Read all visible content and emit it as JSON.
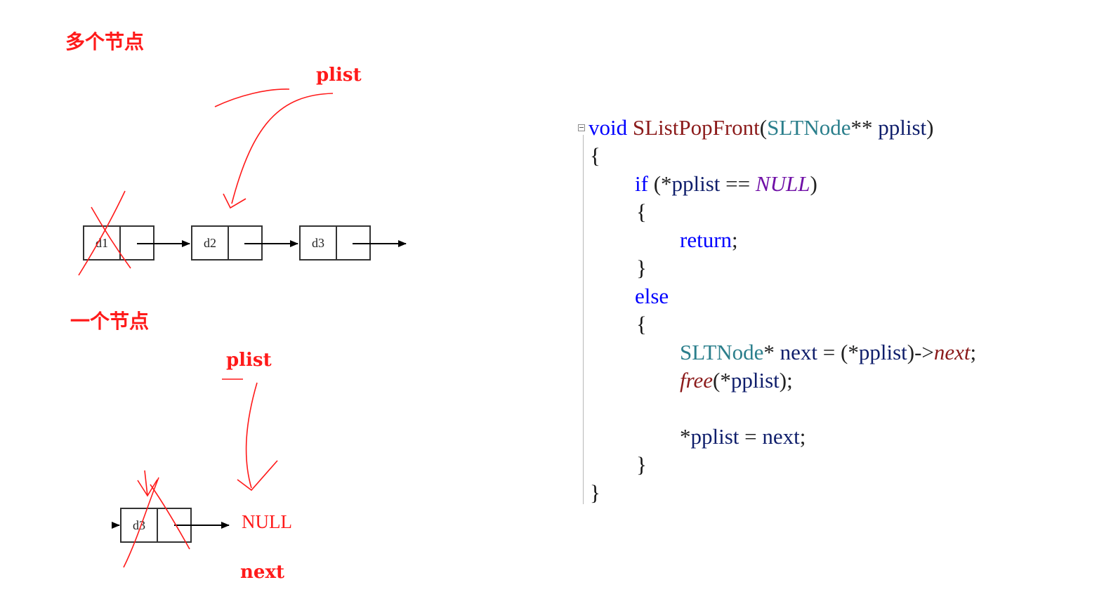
{
  "annotations": {
    "multi_node_title": "多个节点",
    "single_node_title": "一个节点",
    "plist_top": "plist",
    "plist_bottom": "plist",
    "null_label": "NULL",
    "next_label": "next"
  },
  "nodes_multi": [
    {
      "data": "d1"
    },
    {
      "data": "d2"
    },
    {
      "data": "d3"
    }
  ],
  "node_single": {
    "data": "d3"
  },
  "code": {
    "line1": {
      "kw": "void",
      "fn": "SListPopFront",
      "open": "(",
      "type": "SLTNode",
      "ptr": "**",
      "param": "pplist",
      "close": ")"
    },
    "line2": "{",
    "line3": {
      "kw": "if",
      "a": "(*",
      "var": "pplist",
      "eq": "==",
      "mac": "NULL",
      "close": ")"
    },
    "line4": "{",
    "line5": {
      "kw": "return",
      "semi": ";"
    },
    "line6": "}",
    "line7": {
      "kw": "else"
    },
    "line8": "{",
    "line9": {
      "type": "SLTNode",
      "star": "*",
      "var": "next",
      "eq": "=",
      "open": "(*",
      "var2": "pplist",
      "arrow": ")->",
      "mem": "next",
      "semi": ";"
    },
    "line10": {
      "fn": "free",
      "open": "(*",
      "var": "pplist",
      "close": ");"
    },
    "line11": {
      "star": "*",
      "var": "pplist",
      "eq": "=",
      "var2": "next",
      "semi": ";"
    },
    "line12": "}",
    "line13": "}"
  },
  "colors": {
    "annotation": "#ff1a1a",
    "keyword": "#0000ff",
    "function": "#8b1a1a",
    "type": "#2b7f8c",
    "variable": "#0f1e6b",
    "macro": "#6f0fa6"
  }
}
